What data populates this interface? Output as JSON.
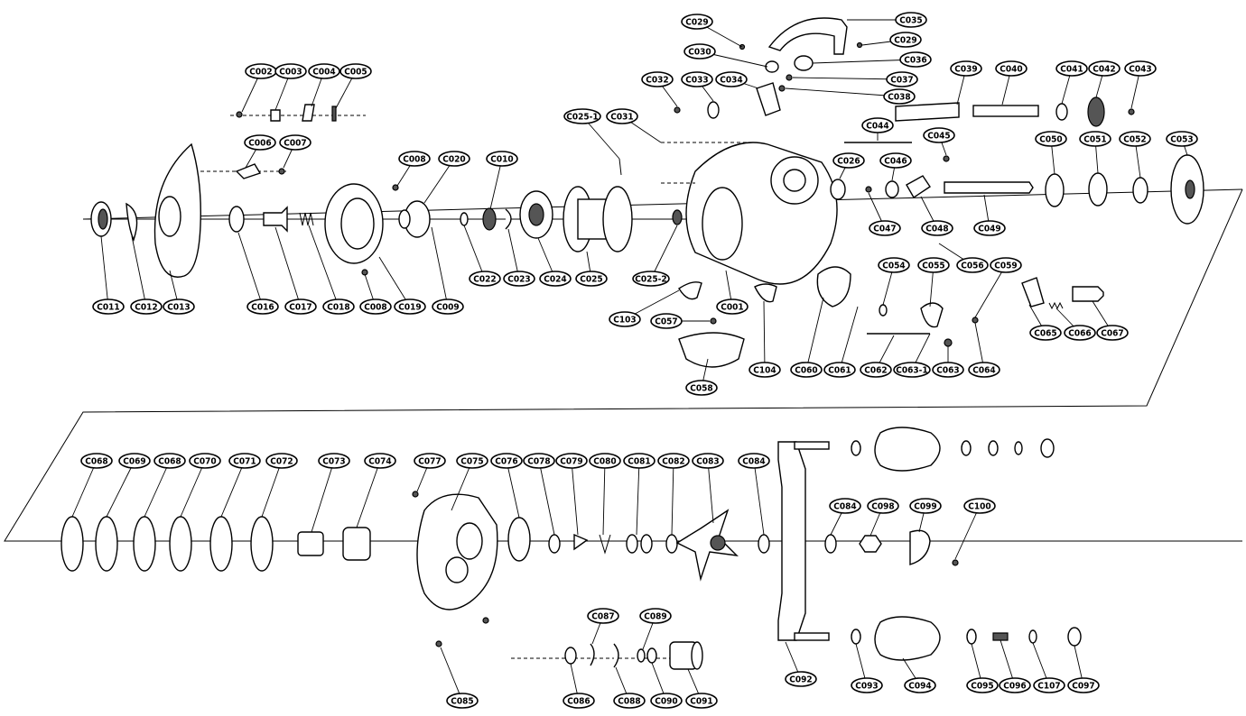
{
  "labels": {
    "C002": "C002",
    "C003": "C003",
    "C004": "C004",
    "C005": "C005",
    "C006": "C006",
    "C007": "C007",
    "C008a": "C008",
    "C008b": "C008",
    "C009": "C009",
    "C010": "C010",
    "C011": "C011",
    "C012": "C012",
    "C013": "C013",
    "C016": "C016",
    "C017": "C017",
    "C018": "C018",
    "C019": "C019",
    "C020": "C020",
    "C022": "C022",
    "C023": "C023",
    "C024": "C024",
    "C025": "C025",
    "C025_1": "C025-1",
    "C025_2": "C025-2",
    "C001": "C001",
    "C026": "C026",
    "C029a": "C029",
    "C029b": "C029",
    "C030": "C030",
    "C031": "C031",
    "C032": "C032",
    "C033": "C033",
    "C034": "C034",
    "C035": "C035",
    "C036": "C036",
    "C037": "C037",
    "C038": "C038",
    "C039": "C039",
    "C040": "C040",
    "C041": "C041",
    "C042": "C042",
    "C043": "C043",
    "C044": "C044",
    "C045": "C045",
    "C046": "C046",
    "C047": "C047",
    "C048": "C048",
    "C049": "C049",
    "C050": "C050",
    "C051": "C051",
    "C052": "C052",
    "C053": "C053",
    "C054": "C054",
    "C055": "C055",
    "C056": "C056",
    "C057": "C057",
    "C058": "C058",
    "C059": "C059",
    "C060": "C060",
    "C061": "C061",
    "C062": "C062",
    "C063": "C063",
    "C063_1": "C063-1",
    "C064": "C064",
    "C065": "C065",
    "C066": "C066",
    "C067": "C067",
    "C103": "C103",
    "C104": "C104",
    "C068a": "C068",
    "C069": "C069",
    "C068b": "C068",
    "C070": "C070",
    "C071": "C071",
    "C072": "C072",
    "C073": "C073",
    "C074": "C074",
    "C075": "C075",
    "C076": "C076",
    "C077": "C077",
    "C078": "C078",
    "C079": "C079",
    "C080": "C080",
    "C081": "C081",
    "C082": "C082",
    "C083": "C083",
    "C084a": "C084",
    "C084b": "C084",
    "C085": "C085",
    "C086": "C086",
    "C087": "C087",
    "C088": "C088",
    "C089": "C089",
    "C090": "C090",
    "C091": "C091",
    "C092": "C092",
    "C093": "C093",
    "C094": "C094",
    "C095": "C095",
    "C096": "C096",
    "C097": "C097",
    "C098": "C098",
    "C099": "C099",
    "C100": "C100",
    "C107": "C107"
  }
}
